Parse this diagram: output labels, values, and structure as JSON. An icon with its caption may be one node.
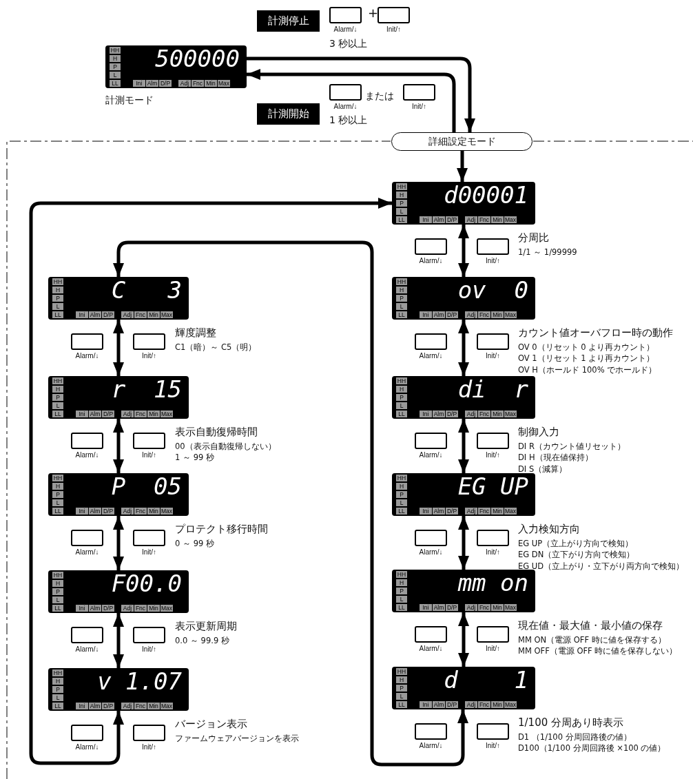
{
  "diagram": {
    "nodes": [
      {
        "text": [
          "計測停止"
        ]
      },
      {
        "text": [
          "Alarm/↓"
        ]
      },
      {
        "text": [
          "Init/↑"
        ]
      },
      {
        "text": [
          "HH",
          "H",
          "P",
          "L",
          "LL",
          "500000",
          "Ini",
          "Alm",
          "D/P",
          "Adj",
          "Fnc",
          "Min",
          "Max"
        ],
        "beside": [
          "計測モード"
        ]
      },
      {
        "text": [
          "Alarm/↓"
        ]
      },
      {
        "text": [
          "Init/↑"
        ]
      },
      {
        "text": [
          "計測開始"
        ]
      },
      {
        "text": [
          "詳細設定モード"
        ]
      },
      {
        "text": [
          "HH",
          "H",
          "P",
          "L",
          "LL",
          "d00001",
          "Ini",
          "Alm",
          "D/P",
          "Adj",
          "Fnc",
          "Min",
          "Max"
        ],
        "beside": [
          "分周比",
          "1/1 ～ 1/99999"
        ]
      },
      {
        "text": [
          "Alarm/↓"
        ]
      },
      {
        "text": [
          "Init/↑"
        ]
      },
      {
        "text": [
          "HH",
          "H",
          "P",
          "L",
          "LL",
          "ov  0",
          "Ini",
          "Alm",
          "D/P",
          "Adj",
          "Fnc",
          "Min",
          "Max"
        ],
        "beside": [
          "カウント値オーバフロー時の動作",
          "OV 0（リセット 0 より再カウント）",
          "OV 1（リセット 1 より再カウント）",
          "OV H（ホールド 100% でホールド）"
        ]
      },
      {
        "text": [
          "Alarm/↓"
        ]
      },
      {
        "text": [
          "Init/↑"
        ]
      },
      {
        "text": [
          "HH",
          "H",
          "P",
          "L",
          "LL",
          "di  r",
          "Ini",
          "Alm",
          "D/P",
          "Adj",
          "Fnc",
          "Min",
          "Max"
        ],
        "beside": [
          "制御入力",
          "DI R（カウント値リセット）",
          "DI H（現在値保持）",
          "DI S（減算）"
        ]
      },
      {
        "text": [
          "Alarm/↓"
        ]
      },
      {
        "text": [
          "Init/↑"
        ]
      },
      {
        "text": [
          "HH",
          "H",
          "P",
          "L",
          "LL",
          "EG UP",
          "Ini",
          "Alm",
          "D/P",
          "Adj",
          "Fnc",
          "Min",
          "Max"
        ],
        "beside": [
          "入力検知方向",
          "EG UP（立上がり方向で検知）",
          "EG DN（立下がり方向で検知）",
          "EG UD（立上がり・立下がり両方向で検知）"
        ]
      },
      {
        "text": [
          "Alarm/↓"
        ]
      },
      {
        "text": [
          "Init/↑"
        ]
      },
      {
        "text": [
          "HH",
          "H",
          "P",
          "L",
          "LL",
          "mm on",
          "Ini",
          "Alm",
          "D/P",
          "Adj",
          "Fnc",
          "Min",
          "Max"
        ],
        "beside": [
          "現在値・最大値・最小値の保存",
          "MM ON（電源 OFF 時に値を保存する）",
          "MM OFF（電源 OFF 時に値を保存しない）"
        ]
      },
      {
        "text": [
          "Alarm/↓"
        ]
      },
      {
        "text": [
          "Init/↑"
        ]
      },
      {
        "text": [
          "HH",
          "H",
          "P",
          "L",
          "LL",
          "d    1",
          "Ini",
          "Alm",
          "D/P",
          "Adj",
          "Fnc",
          "Min",
          "Max"
        ],
        "beside": [
          "1/100 分周あり時表示",
          "D1 （1/100 分周回路後の値）",
          "D100（1/100 分周回路後 ×100 の値）"
        ]
      },
      {
        "text": [
          "Alarm/↓"
        ]
      },
      {
        "text": [
          "Init/↑"
        ]
      },
      {
        "text": [
          "HH",
          "H",
          "P",
          "L",
          "LL",
          "C   3",
          "Ini",
          "Alm",
          "D/P",
          "Adj",
          "Fnc",
          "Min",
          "Max"
        ],
        "beside": [
          "輝度調整",
          "C1（暗）～ C5（明）"
        ]
      },
      {
        "text": [
          "Alarm/↓"
        ]
      },
      {
        "text": [
          "Init/↑"
        ]
      },
      {
        "text": [
          "HH",
          "H",
          "P",
          "L",
          "LL",
          "r  15",
          "Ini",
          "Alm",
          "D/P",
          "Adj",
          "Fnc",
          "Min",
          "Max"
        ],
        "beside": [
          "表示自動復帰時間",
          "00（表示自動復帰しない）",
          "1 ～ 99 秒"
        ]
      },
      {
        "text": [
          "Alarm/↓"
        ]
      },
      {
        "text": [
          "Init/↑"
        ]
      },
      {
        "text": [
          "HH",
          "H",
          "P",
          "L",
          "LL",
          "P  05",
          "Ini",
          "Alm",
          "D/P",
          "Adj",
          "Fnc",
          "Min",
          "Max"
        ],
        "beside": [
          "プロテクト移行時間",
          "0 ～ 99 秒"
        ]
      },
      {
        "text": [
          "Alarm/↓"
        ]
      },
      {
        "text": [
          "Init/↑"
        ]
      },
      {
        "text": [
          "HH",
          "H",
          "P",
          "L",
          "LL",
          "F00.0",
          "Ini",
          "Alm",
          "D/P",
          "Adj",
          "Fnc",
          "Min",
          "Max"
        ],
        "beside": [
          "表示更新周期",
          "0.0 ～ 99.9 秒"
        ]
      },
      {
        "text": [
          "Alarm/↓"
        ]
      },
      {
        "text": [
          "Init/↑"
        ]
      },
      {
        "text": [
          "HH",
          "H",
          "P",
          "L",
          "LL",
          "v 1.07",
          "Ini",
          "Alm",
          "D/P",
          "Adj",
          "Fnc",
          "Min",
          "Max"
        ],
        "beside": [
          "バージョン表示",
          "ファームウェアバージョンを表示"
        ]
      },
      {
        "text": [
          "Alarm/↓"
        ]
      },
      {
        "text": [
          "Init/↑"
        ]
      }
    ],
    "edges": [
      {
        "from": 3,
        "to": 7,
        "arrow": "to"
      },
      {
        "from": 7,
        "to": 3,
        "arrow": "to"
      },
      {
        "from": 7,
        "to": 8,
        "arrow": "to"
      },
      {
        "from": 8,
        "to": 11,
        "arrow": "both"
      },
      {
        "from": 11,
        "to": 14,
        "arrow": "both"
      },
      {
        "from": 14,
        "to": 17,
        "arrow": "both"
      },
      {
        "from": 17,
        "to": 20,
        "arrow": "both"
      },
      {
        "from": 20,
        "to": 23,
        "arrow": "both"
      },
      {
        "from": 26,
        "to": 29,
        "arrow": "both"
      },
      {
        "from": 29,
        "to": 32,
        "arrow": "both"
      },
      {
        "from": 32,
        "to": 35,
        "arrow": "both"
      },
      {
        "from": 35,
        "to": 38,
        "arrow": "both"
      },
      {
        "from": 38,
        "to": 8,
        "arrow": "both"
      },
      {
        "from": 26,
        "to": 23,
        "arrow": "both"
      }
    ],
    "labels": [
      "+",
      "3 秒以上",
      "または",
      "1 秒以上"
    ]
  }
}
